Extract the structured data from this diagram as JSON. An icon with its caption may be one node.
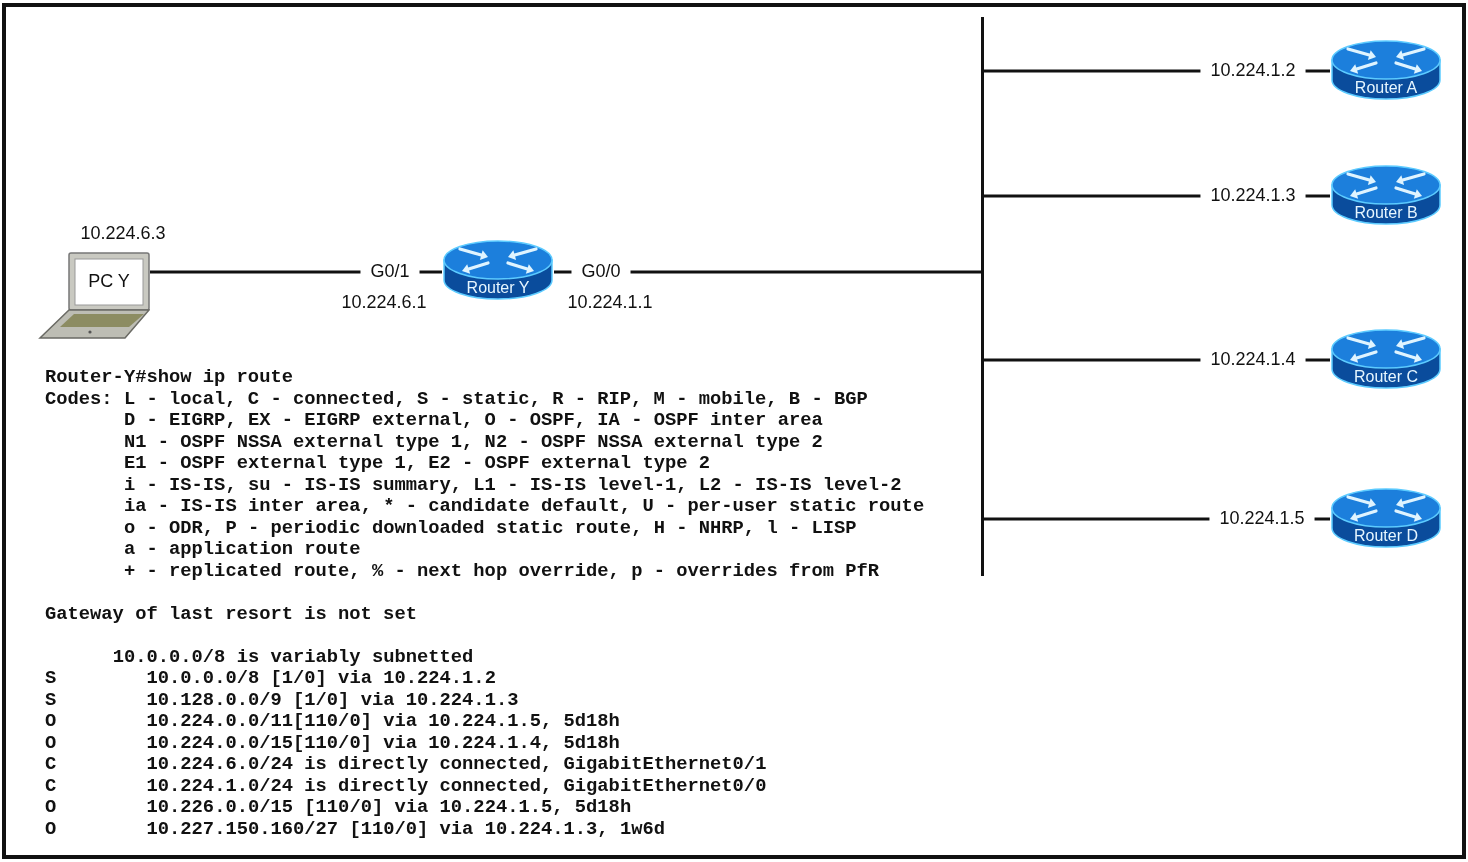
{
  "diagram": {
    "nodes": [
      {
        "text": [
          "PC Y"
        ],
        "beside": [
          "10.224.6.3"
        ]
      },
      {
        "text": [
          "Router Y"
        ],
        "beside": [
          "10.224.6.1",
          "10.224.1.1"
        ]
      },
      {
        "text": [],
        "shape": "bar"
      },
      {
        "text": [
          "Router A"
        ]
      },
      {
        "text": [
          "Router B"
        ]
      },
      {
        "text": [
          "Router C"
        ]
      },
      {
        "text": [
          "Router D"
        ]
      }
    ],
    "edges": [
      {
        "from": 0,
        "to": 1,
        "arrow": "none",
        "label": "G0/1"
      },
      {
        "from": 1,
        "to": 2,
        "arrow": "none",
        "label": "G0/0"
      },
      {
        "from": 2,
        "to": 3,
        "arrow": "none",
        "label": "10.224.1.2"
      },
      {
        "from": 2,
        "to": 4,
        "arrow": "none",
        "label": "10.224.1.3"
      },
      {
        "from": 2,
        "to": 5,
        "arrow": "none",
        "label": "10.224.1.4"
      },
      {
        "from": 2,
        "to": 6,
        "arrow": "none",
        "label": "10.224.1.5"
      }
    ],
    "labels": [
      "Router-Y#show ip route",
      "Codes: L - local, C - connected, S - static, R - RIP, M - mobile, B - BGP",
      "D - EIGRP, EX - EIGRP external, O - OSPF, IA - OSPF inter area",
      "N1 - OSPF NSSA external type 1, N2 - OSPF NSSA external type 2",
      "E1 - OSPF external type 1, E2 - OSPF external type 2",
      "i - IS-IS, su - IS-IS summary, L1 - IS-IS level-1, L2 - IS-IS level-2",
      "ia - IS-IS inter area, * - candidate default, U - per-user static route",
      "o - ODR, P - periodic downloaded static route, H - NHRP, l - LISP",
      "a - application route",
      "+ - replicated route, % - next hop override, p - overrides from PfR",
      "Gateway of last resort is not set",
      "10.0.0.0/8 is variably subnetted",
      "S",
      "10.0.0.0/8 [1/0] via 10.224.1.2",
      "S",
      "10.128.0.0/9 [1/0] via 10.224.1.3",
      "O",
      "10.224.0.0/11[110/0] via 10.224.1.5, 5d18h",
      "O",
      "10.224.0.0/15[110/0] via 10.224.1.4, 5d18h",
      "C",
      "10.224.6.0/24 is directly connected, GigabitEthernet0/1",
      "C",
      "10.224.1.0/24 is directly connected, GigabitEthernet0/0",
      "O",
      "10.226.0.0/15 [110/0] via 10.224.1.5, 5d18h",
      "O",
      "10.227.150.160/27 [110/0] via 10.224.1.3, 1w6d"
    ]
  }
}
